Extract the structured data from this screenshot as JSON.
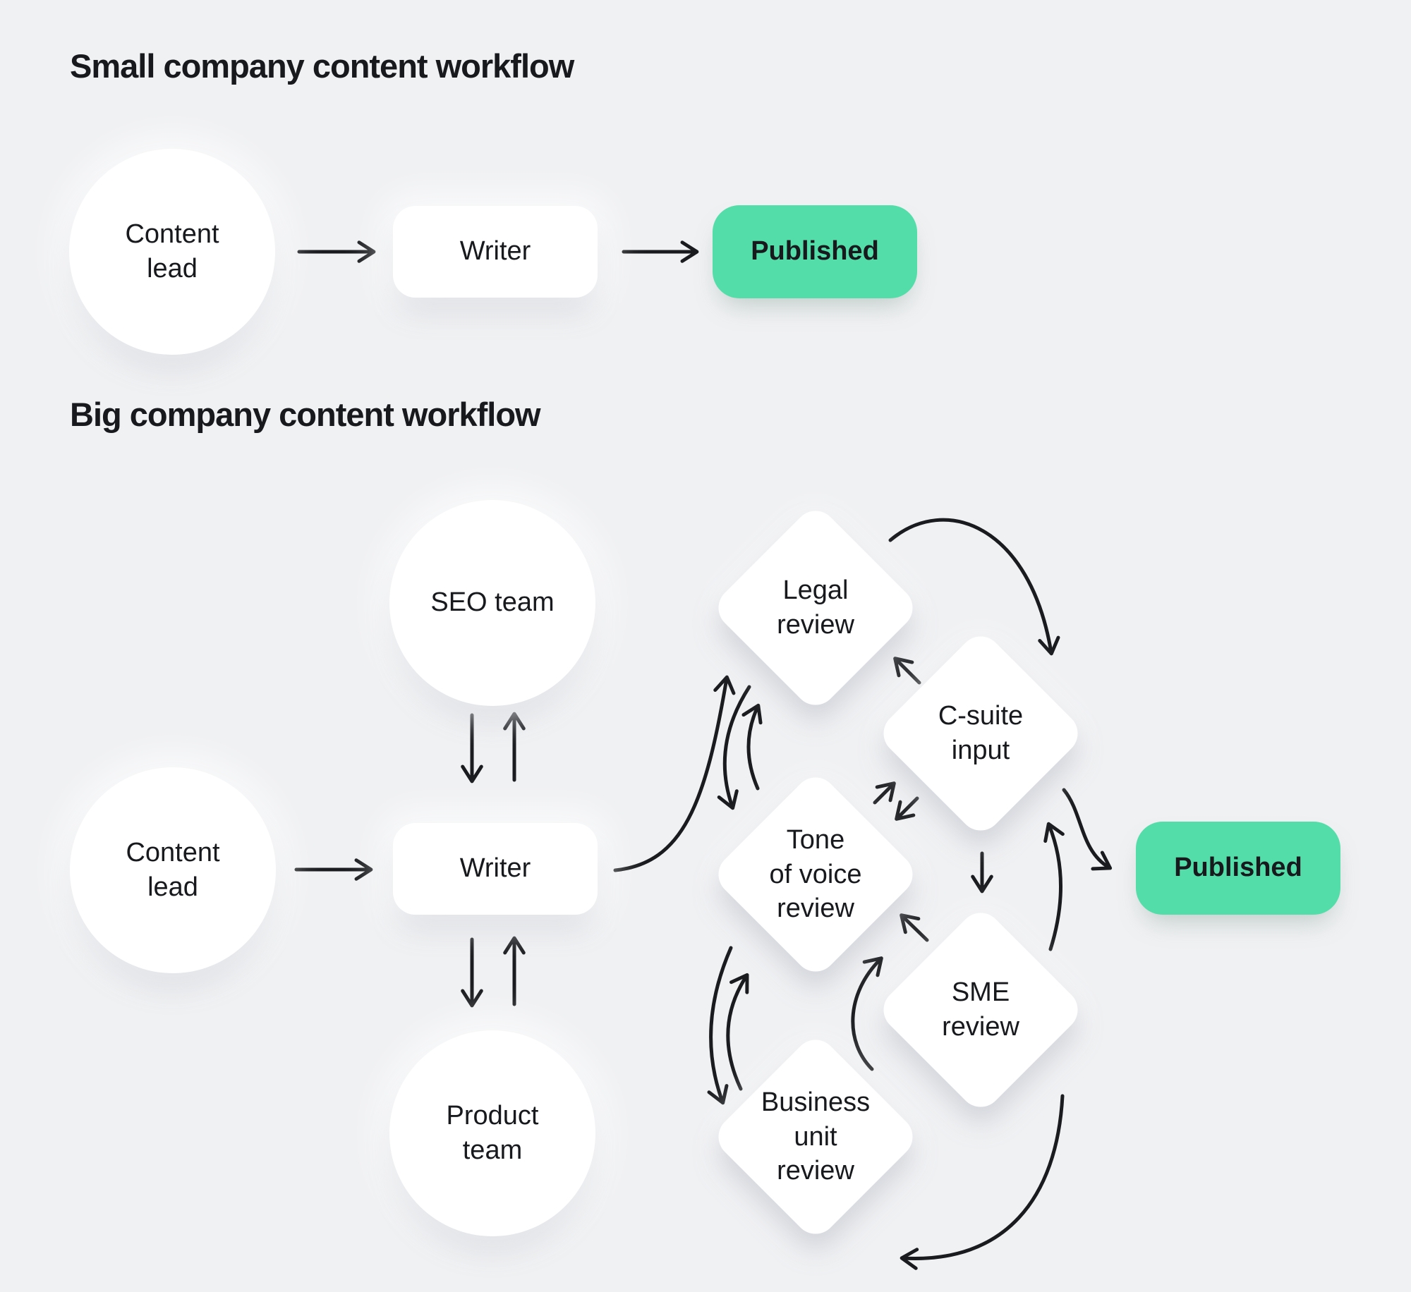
{
  "colors": {
    "background": "#f0f1f3",
    "node_fill": "#ffffff",
    "published_fill": "#53dda9",
    "text": "#17191d",
    "arrow": "#191b1e"
  },
  "small": {
    "title": "Small company content workflow",
    "nodes": {
      "content_lead": {
        "lines": [
          "Content",
          "lead"
        ]
      },
      "writer": {
        "label": "Writer"
      },
      "published": {
        "label": "Published"
      }
    },
    "edges": [
      {
        "from": "content_lead",
        "to": "writer",
        "style": "straight"
      },
      {
        "from": "writer",
        "to": "published",
        "style": "straight"
      }
    ]
  },
  "big": {
    "title": "Big company content workflow",
    "nodes": {
      "seo_team": {
        "label": "SEO team"
      },
      "content_lead": {
        "lines": [
          "Content",
          "lead"
        ]
      },
      "writer": {
        "label": "Writer"
      },
      "product_team": {
        "lines": [
          "Product",
          "team"
        ]
      },
      "legal_review": {
        "lines": [
          "Legal",
          "review"
        ]
      },
      "c_suite_input": {
        "lines": [
          "C-suite",
          "input"
        ]
      },
      "tone_review": {
        "lines": [
          "Tone",
          "of voice",
          "review"
        ]
      },
      "sme_review": {
        "lines": [
          "SME",
          "review"
        ]
      },
      "business_review": {
        "lines": [
          "Business",
          "unit",
          "review"
        ]
      },
      "published": {
        "label": "Published"
      }
    },
    "edges": [
      {
        "from": "content_lead",
        "to": "writer",
        "style": "straight"
      },
      {
        "from": "seo_team",
        "to": "writer",
        "style": "straight"
      },
      {
        "from": "writer",
        "to": "seo_team",
        "style": "straight"
      },
      {
        "from": "writer",
        "to": "product_team",
        "style": "straight"
      },
      {
        "from": "product_team",
        "to": "writer",
        "style": "straight"
      },
      {
        "from": "writer",
        "to": "legal_review",
        "style": "curved"
      },
      {
        "from": "legal_review",
        "to": "tone_review",
        "style": "curved"
      },
      {
        "from": "tone_review",
        "to": "legal_review",
        "style": "curved"
      },
      {
        "from": "legal_review",
        "to": "c_suite_input",
        "style": "curved"
      },
      {
        "from": "c_suite_input",
        "to": "legal_review",
        "style": "straight"
      },
      {
        "from": "tone_review",
        "to": "c_suite_input",
        "style": "straight"
      },
      {
        "from": "c_suite_input",
        "to": "tone_review",
        "style": "straight"
      },
      {
        "from": "c_suite_input",
        "to": "sme_review",
        "style": "straight"
      },
      {
        "from": "sme_review",
        "to": "c_suite_input",
        "style": "curved"
      },
      {
        "from": "c_suite_input",
        "to": "published",
        "style": "curved"
      },
      {
        "from": "sme_review",
        "to": "tone_review",
        "style": "straight"
      },
      {
        "from": "business_review",
        "to": "sme_review",
        "style": "curved"
      },
      {
        "from": "tone_review",
        "to": "business_review",
        "style": "curved"
      },
      {
        "from": "business_review",
        "to": "tone_review",
        "style": "curved"
      },
      {
        "from": "sme_review",
        "to": "business_review",
        "style": "curved"
      }
    ]
  }
}
